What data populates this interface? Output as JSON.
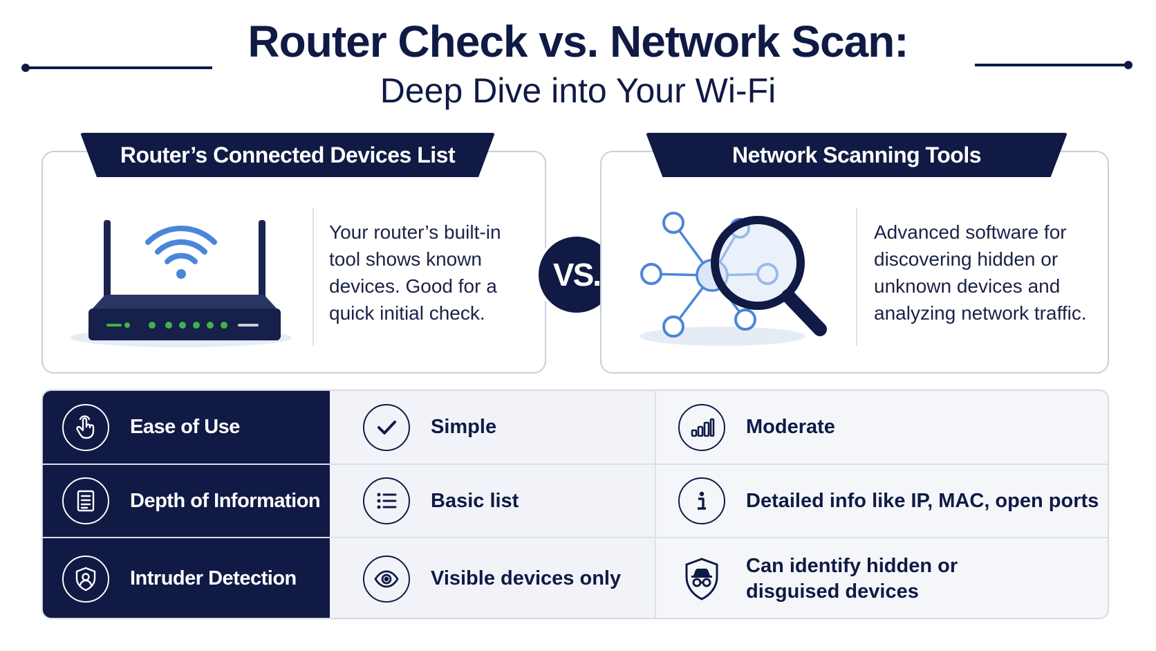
{
  "title": {
    "main": "Router Check vs. Network Scan:",
    "sub": "Deep Dive into Your Wi-Fi"
  },
  "left_card": {
    "tab": "Router’s Connected Devices List",
    "text": "Your router’s built-in tool shows known devices. Good for a quick initial check.",
    "illustration": "wifi-router-icon"
  },
  "vs_label": "VS.",
  "right_card": {
    "tab": "Network Scanning Tools",
    "text": "Advanced software for discovering hidden or unknown devices and analyzing network traffic.",
    "illustration": "network-magnifier-icon"
  },
  "table": {
    "rows": [
      {
        "label": "Ease of Use",
        "label_icon": "hand-pointer-icon",
        "router": "Simple",
        "router_icon": "checkmark-icon",
        "scan": "Moderate",
        "scan_icon": "signal-bars-icon"
      },
      {
        "label": "Depth of Information",
        "label_icon": "document-list-icon",
        "router": "Basic list",
        "router_icon": "bullet-list-icon",
        "scan": "Detailed info like IP, MAC, open ports",
        "scan_icon": "info-icon"
      },
      {
        "label": "Intruder Detection",
        "label_icon": "shield-user-icon",
        "router": "Visible devices only",
        "router_icon": "eye-icon",
        "scan": "Can identify hidden or disguised devices",
        "scan_icon": "spy-shield-icon"
      }
    ]
  },
  "colors": {
    "navy": "#0f1a45",
    "accent_blue": "#4a86d8",
    "led_green": "#3fb34a",
    "light_blue": "#dbe6f7"
  }
}
